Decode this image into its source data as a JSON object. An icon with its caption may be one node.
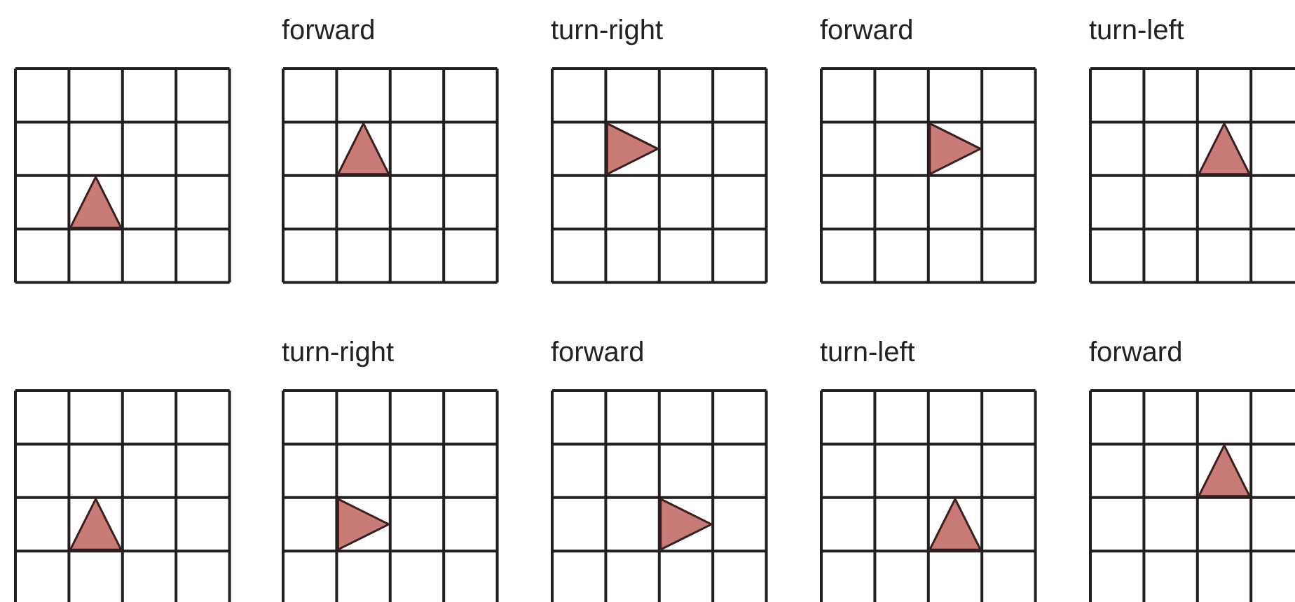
{
  "diagram": {
    "nodes": [
      {
        "text": [],
        "shape": "box"
      },
      {
        "text": [
          "forward"
        ]
      },
      {
        "text": [
          "turn-right"
        ]
      },
      {
        "text": [
          "forward"
        ]
      },
      {
        "text": [
          "turn-left"
        ]
      },
      {
        "text": [],
        "shape": "box"
      },
      {
        "text": [
          "turn-right"
        ]
      },
      {
        "text": [
          "forward"
        ]
      },
      {
        "text": [
          "turn-left"
        ]
      },
      {
        "text": [
          "forward"
        ]
      }
    ]
  }
}
